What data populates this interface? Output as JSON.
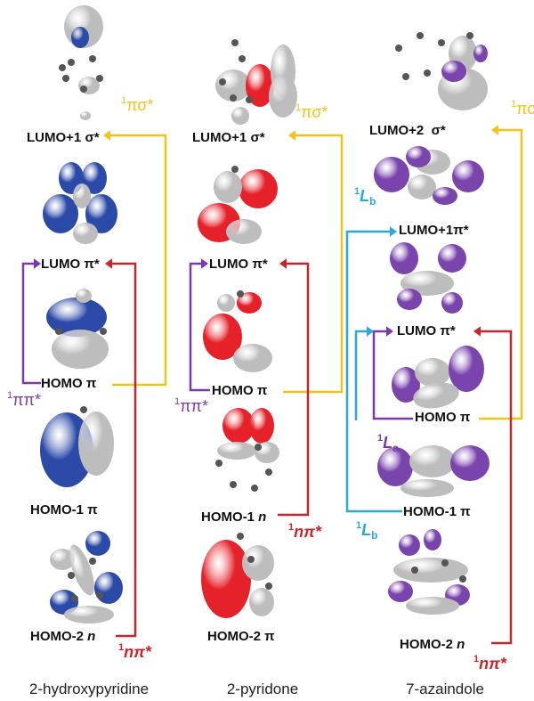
{
  "colors": {
    "pi_sigma": "#f5c21a",
    "n_pi": "#c8252b",
    "pi_pi": "#7b3aa8",
    "La_Lb": "#2ba7de",
    "orbital_blue": "#2b4aa8",
    "orbital_red": "#e5222a",
    "orbital_purple": "#7a44ad",
    "orbital_white": "#d8d8d8"
  },
  "columns": [
    {
      "caption": "2-hydroxypyridine",
      "orbital_color": "blue",
      "levels": [
        {
          "id": "lumo1",
          "label": "LUMO+1",
          "sym": "σ*"
        },
        {
          "id": "lumo",
          "label": "LUMO",
          "sym": "π*"
        },
        {
          "id": "homo",
          "label": "HOMO",
          "sym": "π"
        },
        {
          "id": "homo1",
          "label": "HOMO-1",
          "sym": "π"
        },
        {
          "id": "homo2",
          "label": "HOMO-2",
          "sym": "n"
        }
      ],
      "transitions": [
        {
          "sup": "1",
          "text": "πσ*",
          "color": "pi_sigma"
        },
        {
          "sup": "1",
          "text": "ππ*",
          "color": "pi_pi"
        },
        {
          "sup": "1",
          "text": "nπ*",
          "color": "n_pi"
        }
      ]
    },
    {
      "caption": "2-pyridone",
      "orbital_color": "red",
      "levels": [
        {
          "id": "lumo1",
          "label": "LUMO+1",
          "sym": "σ*"
        },
        {
          "id": "lumo",
          "label": "LUMO",
          "sym": "π*"
        },
        {
          "id": "homo",
          "label": "HOMO",
          "sym": "π"
        },
        {
          "id": "homo1",
          "label": "HOMO-1",
          "sym": "n"
        },
        {
          "id": "homo2",
          "label": "HOMO-2",
          "sym": "π"
        }
      ],
      "transitions": [
        {
          "sup": "1",
          "text": "πσ*",
          "color": "pi_sigma"
        },
        {
          "sup": "1",
          "text": "ππ*",
          "color": "pi_pi"
        },
        {
          "sup": "1",
          "text": "nπ*",
          "color": "n_pi"
        }
      ]
    },
    {
      "caption": "7-azaindole",
      "orbital_color": "purple",
      "levels": [
        {
          "id": "lumo2",
          "label": "LUMO+2",
          "sym": "σ*"
        },
        {
          "id": "lumo1",
          "label": "LUMO+1",
          "sym": "π*"
        },
        {
          "id": "lumo",
          "label": "LUMO",
          "sym": "π*"
        },
        {
          "id": "homo",
          "label": "HOMO",
          "sym": "π"
        },
        {
          "id": "homo1",
          "label": "HOMO-1",
          "sym": "π"
        },
        {
          "id": "homo2",
          "label": "HOMO-2",
          "sym": "n"
        }
      ],
      "transitions": [
        {
          "sup": "1",
          "text": "πσ",
          "color": "pi_sigma"
        },
        {
          "sup": "1",
          "text": "L",
          "sub": "b",
          "color": "La_Lb"
        },
        {
          "sup": "1",
          "text": "L",
          "sub": "a",
          "color": "pi_pi"
        },
        {
          "sup": "1",
          "text": "L",
          "sub": "b",
          "color": "La_Lb"
        },
        {
          "sup": "1",
          "text": "nπ*",
          "color": "n_pi"
        }
      ]
    }
  ]
}
